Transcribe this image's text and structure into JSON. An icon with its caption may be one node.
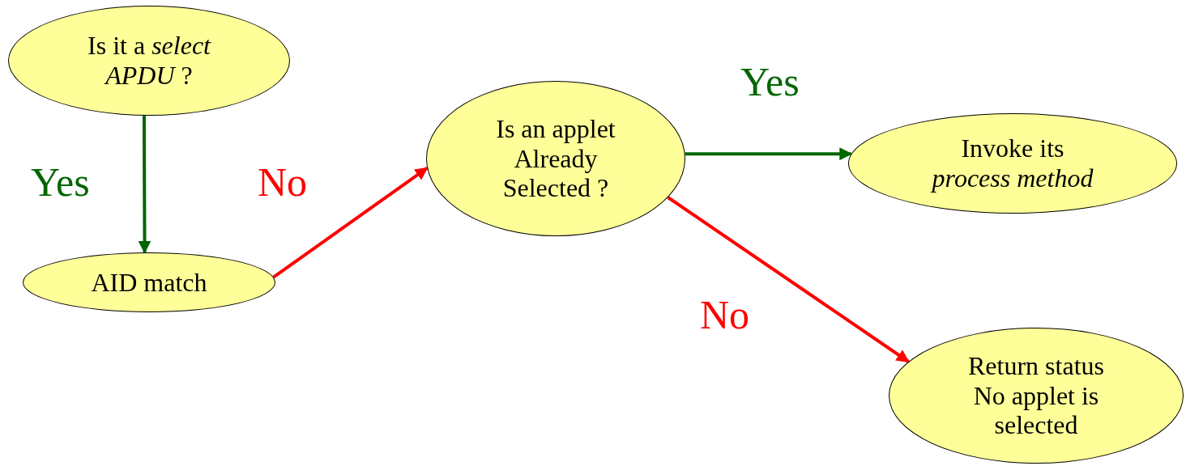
{
  "diagram": {
    "nodes": [
      {
        "text": [
          "Is it a *select APDU* ?"
        ]
      },
      {
        "text": [
          "AID match"
        ]
      },
      {
        "text": [
          "Is an applet Already Selected ?"
        ]
      },
      {
        "text": [
          "Invoke its *process method*"
        ]
      },
      {
        "text": [
          "Return status No applet is selected"
        ]
      }
    ],
    "edges": [
      {
        "from": 0,
        "to": 1,
        "arrow": "to",
        "label": "Yes",
        "color": "#006600"
      },
      {
        "from": 1,
        "to": 2,
        "arrow": "to",
        "label": "No",
        "color": "#ff0000"
      },
      {
        "from": 2,
        "to": 3,
        "arrow": "to",
        "label": "Yes",
        "color": "#006600"
      },
      {
        "from": 2,
        "to": 4,
        "arrow": "to",
        "label": "No",
        "color": "#ff0000"
      }
    ]
  }
}
